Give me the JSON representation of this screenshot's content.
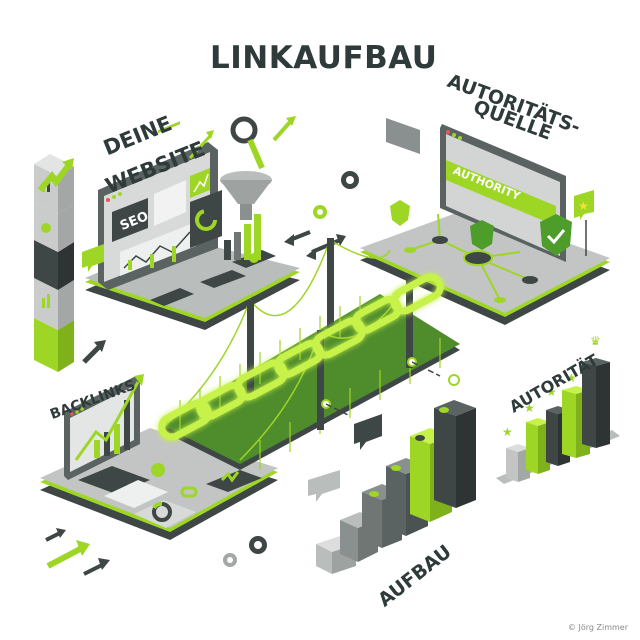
{
  "title": "LINKAUFBAU",
  "labels": {
    "website_line1": "DEINE",
    "website_line2": "WEBSITE",
    "authority_line1": "AUTORITÄTS-",
    "authority_line2": "QUELLE",
    "authority_screen": "AUTHORITY",
    "seo": "SEO",
    "backlinks": "BACKLINKS",
    "aufbau": "AUFBAU",
    "autoritaet": "AUTORITÄT"
  },
  "credit": "© Jörg Zimmer",
  "colors": {
    "accent": "#9ed626",
    "accent_glow": "#c6f24a",
    "dark": "#3e4746",
    "mid": "#6f7674",
    "light": "#c9cccb",
    "text": "#2f3b3a"
  }
}
